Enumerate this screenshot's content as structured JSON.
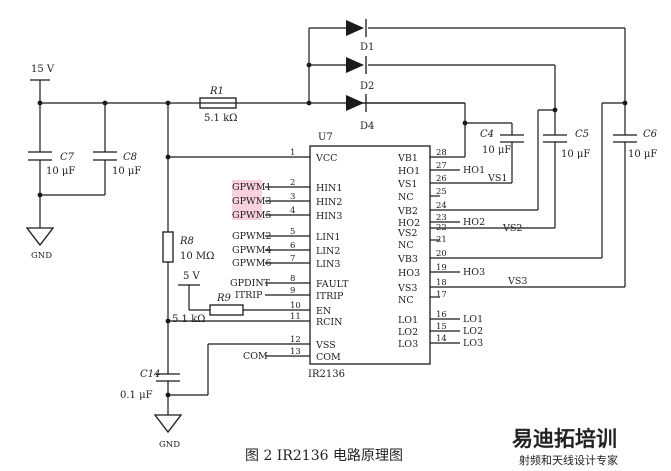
{
  "caption": "图 2  IR2136 电路原理图",
  "chip": {
    "ref": "U7",
    "part": "IR2136",
    "left_pins": [
      {
        "num": "1",
        "name": "VCC"
      },
      {
        "num": "2",
        "name": "HIN1"
      },
      {
        "num": "3",
        "name": "HIN2"
      },
      {
        "num": "4",
        "name": "HIN3"
      },
      {
        "num": "5",
        "name": "LIN1"
      },
      {
        "num": "6",
        "name": "LIN2"
      },
      {
        "num": "7",
        "name": "LIN3"
      },
      {
        "num": "8",
        "name": "FAULT"
      },
      {
        "num": "9",
        "name": "ITRIP"
      },
      {
        "num": "10",
        "name": "EN"
      },
      {
        "num": "11",
        "name": "RCIN"
      },
      {
        "num": "12",
        "name": "VSS"
      },
      {
        "num": "13",
        "name": "COM"
      }
    ],
    "right_pins": [
      {
        "num": "28",
        "name": "VB1"
      },
      {
        "num": "27",
        "name": "HO1"
      },
      {
        "num": "26",
        "name": "VS1"
      },
      {
        "num": "25",
        "name": "NC"
      },
      {
        "num": "24",
        "name": "VB2"
      },
      {
        "num": "23",
        "name": "HO2"
      },
      {
        "num": "22",
        "name": "VS2"
      },
      {
        "num": "21",
        "name": "NC"
      },
      {
        "num": "20",
        "name": "VB3"
      },
      {
        "num": "19",
        "name": "HO3"
      },
      {
        "num": "18",
        "name": "VS3"
      },
      {
        "num": "17",
        "name": "NC"
      },
      {
        "num": "16",
        "name": "LO1"
      },
      {
        "num": "15",
        "name": "LO2"
      },
      {
        "num": "14",
        "name": "LO3"
      }
    ]
  },
  "left_nets": [
    "GPWM1",
    "GPWM3",
    "GPWM5",
    "GPWM2",
    "GPWM4",
    "GPWM6",
    "GPDINT",
    "ITRIP",
    "COM"
  ],
  "right_nets": [
    "HO1",
    "VS1",
    "HO2",
    "VS2",
    "HO3",
    "VS3",
    "LO1",
    "LO2",
    "LO3"
  ],
  "supply": {
    "label": "15 V"
  },
  "supply5": {
    "label": "5 V"
  },
  "gnd": {
    "label": "GND"
  },
  "diodes": [
    "D1",
    "D2",
    "D4"
  ],
  "resistors": {
    "R1": {
      "ref": "R1",
      "value": "5.1 kΩ"
    },
    "R8": {
      "ref": "R8",
      "value": "10 MΩ"
    },
    "R9": {
      "ref": "R9",
      "value": "5.1 kΩ"
    }
  },
  "capacitors": {
    "C7": {
      "ref": "C7",
      "value": "10 μF"
    },
    "C8": {
      "ref": "C8",
      "value": "10 μF"
    },
    "C4": {
      "ref": "C4",
      "value": "10 μF"
    },
    "C5": {
      "ref": "C5",
      "value": "10 μF"
    },
    "C6": {
      "ref": "C6",
      "value": "10 μF"
    },
    "C14": {
      "ref": "C14",
      "value": "0.1 μF"
    }
  },
  "watermark": {
    "big": "易迪拓培训",
    "small": "射频和天线设计专家"
  }
}
